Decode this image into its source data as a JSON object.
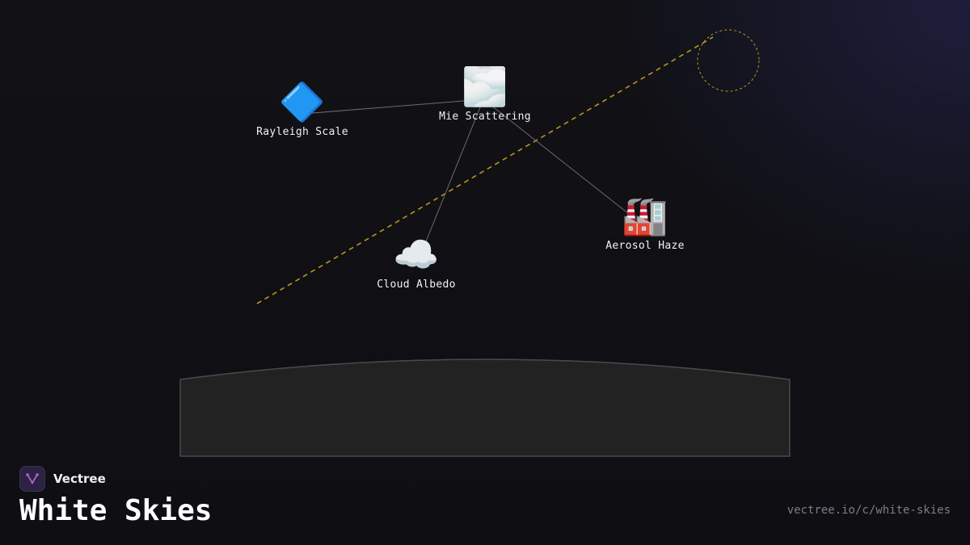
{
  "diagram": {
    "nodes": [
      {
        "id": "rayleigh",
        "label": "Rayleigh Scale",
        "icon": "blue-diamond-icon",
        "glyph": "🔷"
      },
      {
        "id": "mie",
        "label": "Mie Scattering",
        "icon": "fog-cloud-icon",
        "glyph": "🌫️"
      },
      {
        "id": "aerosol",
        "label": "Aerosol Haze",
        "icon": "factory-icon",
        "glyph": "🏭"
      },
      {
        "id": "cloud",
        "label": "Cloud Albedo",
        "icon": "cloud-icon",
        "glyph": "☁️"
      }
    ],
    "edges": [
      {
        "from": "mie",
        "to": "rayleigh"
      },
      {
        "from": "mie",
        "to": "cloud"
      },
      {
        "from": "mie",
        "to": "aerosol"
      }
    ],
    "colors": {
      "edge": "#6b6b70",
      "sun_ray": "#b8961f",
      "ground_fill": "#222222",
      "ground_stroke": "#4a4a4a"
    }
  },
  "brand": {
    "name": "Vectree",
    "logo_icon": "vectree-logo-icon",
    "logo_color": "#b45cd6"
  },
  "page": {
    "title": "White Skies",
    "url": "vectree.io/c/white-skies"
  }
}
